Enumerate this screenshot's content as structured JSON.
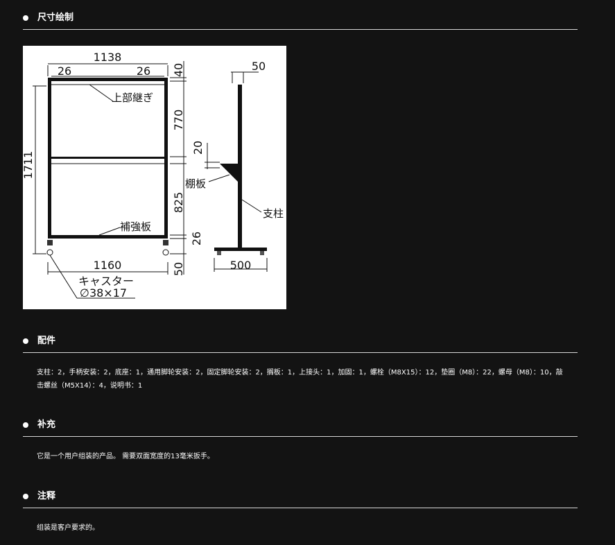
{
  "sections": {
    "dimensions": {
      "title": "尺寸绘制"
    },
    "accessories": {
      "title": "配件",
      "body": "支柱：2，手柄安装：2，底座：1，通用脚轮安装：2，固定脚轮安装：2，搁板：1，上接头：1，加固：1，螺栓（M8X15）：12，垫圈（M8）：22，螺母（M8）：10，敲击螺丝（M5X14）：4，说明书：1"
    },
    "supplement": {
      "title": "补充",
      "body": "它是一个用户组装的产品。 需要双面宽度的13毫米扳手。"
    },
    "notes": {
      "title": "注释",
      "body": "组装是客户要求的。"
    }
  },
  "drawing": {
    "dim_total_width": "1138",
    "dim_left_inset": "26",
    "dim_right_inset": "26",
    "dim_top": "40",
    "dim_upper": "770",
    "dim_shelf": "20",
    "dim_lower": "825",
    "dim_bottom": "26",
    "dim_caster": "50",
    "dim_height": "1711",
    "dim_base_width": "1160",
    "dim_side_depth": "50",
    "dim_side_base": "500",
    "label_top_joint": "上部継ぎ",
    "label_reinforce": "補強板",
    "label_shelf": "棚板",
    "label_post": "支柱",
    "label_caster": "キャスター",
    "label_caster_size": "∅38×17"
  }
}
